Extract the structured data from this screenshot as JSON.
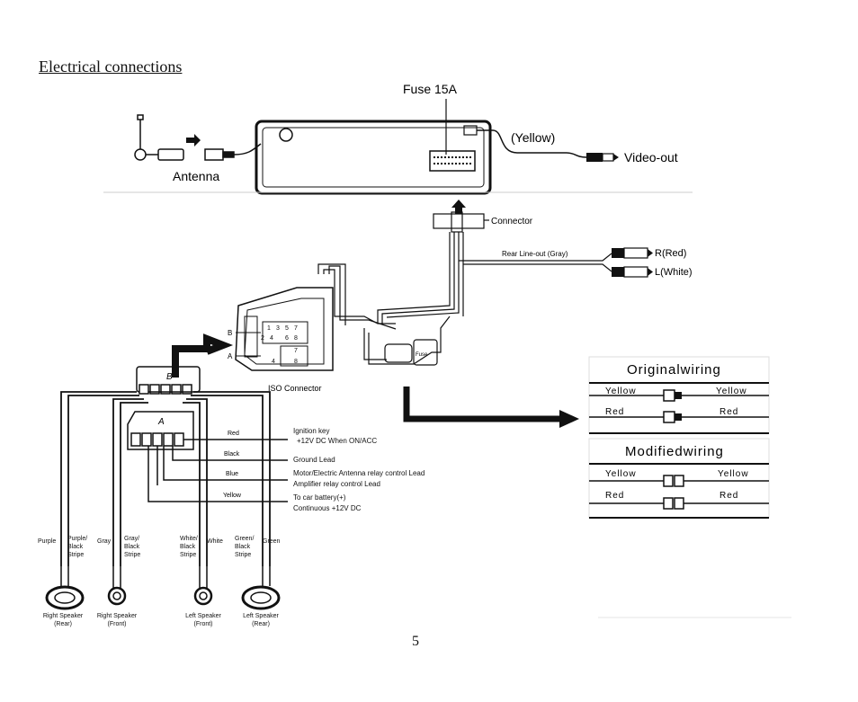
{
  "page": {
    "title": "Electrical connections",
    "page_number": "5"
  },
  "top": {
    "fuse": "Fuse 15A",
    "yellow": "(Yellow)",
    "video_out": "Video-out",
    "antenna": "Antenna"
  },
  "middle": {
    "connector": "Connector",
    "rear_lineout": "Rear Line-out (Gray)",
    "r_red": "R(Red)",
    "l_white": "L(White)",
    "iso_connector": "ISO Connector",
    "b": "B",
    "a": "A",
    "fuse_box": "Fuse"
  },
  "pins": {
    "b_row1": [
      "1",
      "3",
      "5",
      "7"
    ],
    "b_row2": [
      "2",
      "4",
      "6",
      "8"
    ],
    "a_row1": [
      "7"
    ],
    "a_row2": [
      "4",
      "8"
    ]
  },
  "leads": {
    "red": "Red",
    "black": "Black",
    "blue": "Blue",
    "yellow": "Yellow",
    "ign1": "Ignition key",
    "ign2": "+12V DC When ON/ACC",
    "ground": "Ground Lead",
    "motor": "Motor/Electric Antenna relay control Lead",
    "amp": "Amplifier relay control Lead",
    "batt1": "To car battery(+)",
    "batt2": "Continuous +12V DC"
  },
  "wiring": {
    "original_title": "Originalwiring",
    "modified_title": "Modifiedwiring",
    "yellow": "Yellow",
    "red": "Red"
  },
  "speakers": {
    "purple": "Purple",
    "purple_black": [
      "Purple/",
      "Black",
      "Stripe"
    ],
    "gray": "Gray",
    "gray_black": [
      "Gray/",
      "Black",
      "Stripe"
    ],
    "white_black": [
      "White/",
      "Black",
      "Stripe"
    ],
    "white": "White",
    "green_black": [
      "Green/",
      "Black",
      "Stripe"
    ],
    "green": "Green",
    "rr": [
      "Right Speaker",
      "(Rear)"
    ],
    "rf": [
      "Right Speaker",
      "(Front)"
    ],
    "lf": [
      "Left Speaker",
      "(Front)"
    ],
    "lr": [
      "Left Speaker",
      "(Rear)"
    ]
  }
}
